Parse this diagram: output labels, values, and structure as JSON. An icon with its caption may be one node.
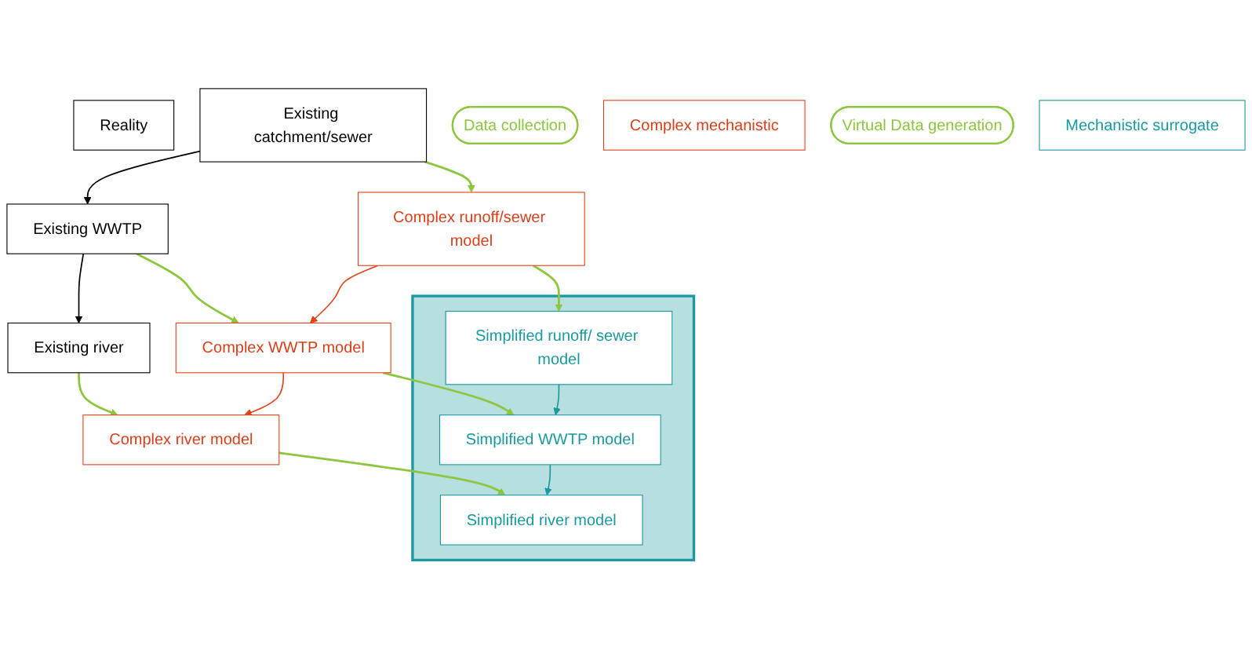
{
  "diagram": {
    "nodes": [
      {
        "text": [
          "Reality"
        ]
      },
      {
        "text": [
          "Existing catchment/sewer"
        ]
      },
      {
        "text": [
          "Existing WWTP"
        ]
      },
      {
        "text": [
          "Existing river"
        ]
      },
      {
        "text": [
          "Data collection"
        ]
      },
      {
        "text": [
          "Complex mechanistic"
        ]
      },
      {
        "text": [
          "Complex runoff/sewer model"
        ]
      },
      {
        "text": [
          "Complex WWTP model"
        ]
      },
      {
        "text": [
          "Complex river model"
        ]
      },
      {
        "text": [
          "Virtual Data generation"
        ]
      },
      {
        "text": [
          "Mechanistic surrogate"
        ]
      },
      {
        "text": [],
        "shape": "box"
      },
      {
        "text": [
          "Simplified runoff/ sewer model"
        ],
        "in": 11
      },
      {
        "text": [
          "Simplified WWTP model"
        ],
        "in": 11
      },
      {
        "text": [
          "Simplified river model"
        ],
        "in": 11
      }
    ],
    "edges": [
      {
        "from": 1,
        "to": 2,
        "arrow": "to",
        "color": "#000000"
      },
      {
        "from": 2,
        "to": 3,
        "arrow": "to",
        "color": "#000000"
      },
      {
        "from": 1,
        "to": 6,
        "arrow": "to"
      },
      {
        "from": 2,
        "to": 7,
        "arrow": "to"
      },
      {
        "from": 3,
        "to": 8,
        "arrow": "to"
      },
      {
        "from": 6,
        "to": 7,
        "arrow": "to",
        "color": "#e0441a"
      },
      {
        "from": 7,
        "to": 8,
        "arrow": "to",
        "color": "#e0441a"
      },
      {
        "from": 6,
        "to": 12,
        "arrow": "to"
      },
      {
        "from": 7,
        "to": 13,
        "arrow": "to"
      },
      {
        "from": 8,
        "to": 14,
        "arrow": "to"
      },
      {
        "from": 12,
        "to": 13,
        "arrow": "to",
        "color": "#1a9aa0"
      },
      {
        "from": 13,
        "to": 14,
        "arrow": "to",
        "color": "#1a9aa0"
      }
    ]
  }
}
